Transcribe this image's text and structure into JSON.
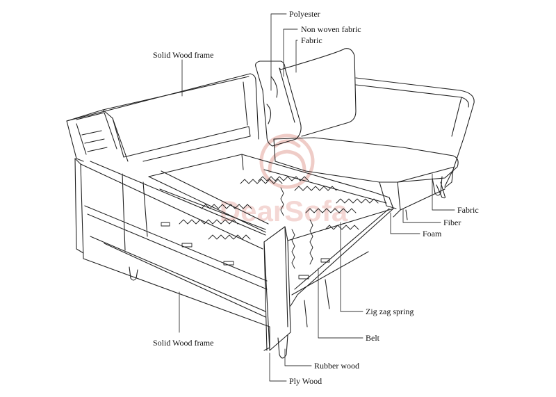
{
  "labels": {
    "polyester": "Polyester",
    "non_woven_fabric": "Non woven fabric",
    "fabric_top": "Fabric",
    "solid_wood_frame_top": "Solid Wood frame",
    "fabric_right": "Fabric",
    "fiber": "Fiber",
    "foam": "Foam",
    "zig_zag_spring": "Zig zag spring",
    "belt": "Belt",
    "solid_wood_frame_bottom": "Solid Wood frame",
    "rubber_wood": "Rubber wood",
    "ply_wood": "Ply Wood"
  },
  "watermark": {
    "text": "DearSofa",
    "color": "#e8a8a0"
  },
  "colors": {
    "line": "#222222",
    "background": "#ffffff"
  }
}
